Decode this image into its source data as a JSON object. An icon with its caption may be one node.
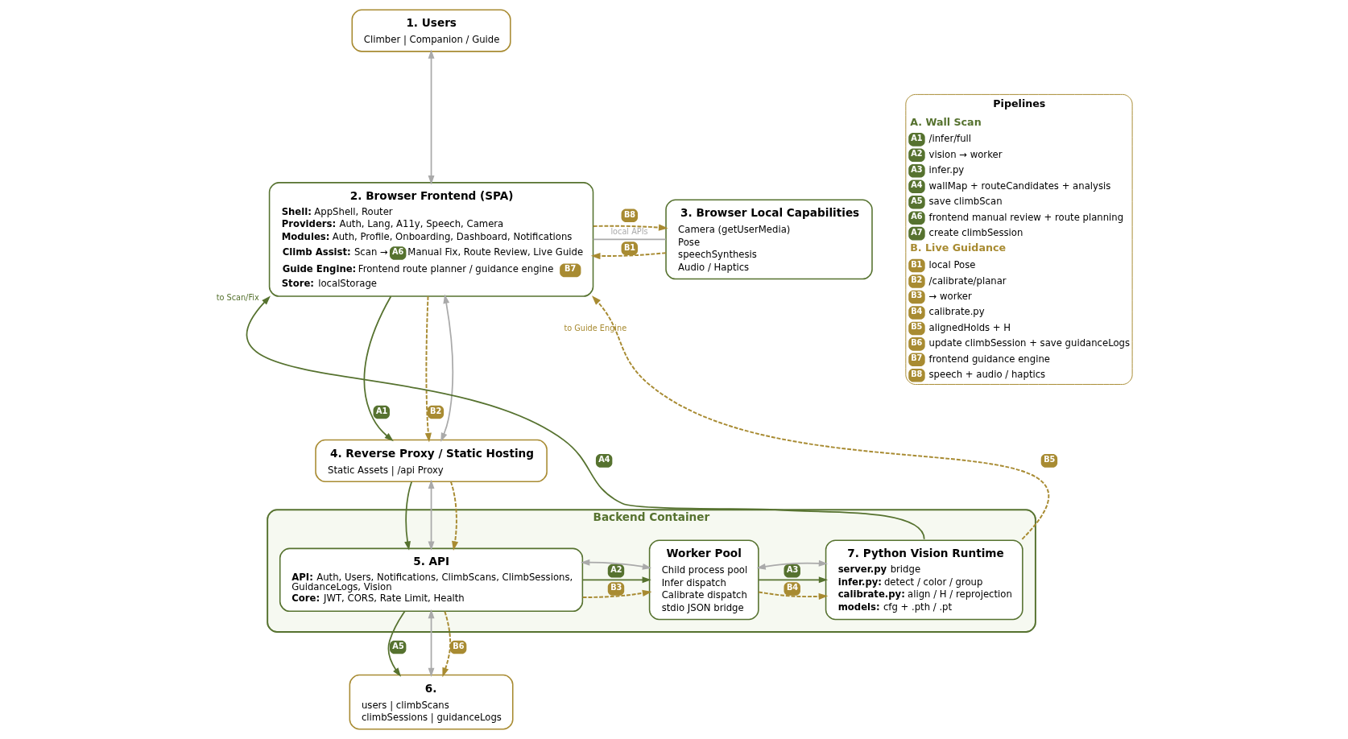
{
  "diagram": {
    "nodes": [
      {
        "text": [
          "1. Users",
          "Climber | Companion / Guide"
        ]
      },
      {
        "text": [
          "2. Browser Frontend (SPA)",
          "**Shell:** AppShell, Router",
          "**Providers:** Auth, Lang, A11y, Speech, Camera",
          "**Modules:** Auth, Profile, Onboarding, Dashboard, Notifications",
          "**Climb Assist:** Scan →",
          "A6",
          "Manual Fix, Route Review, Live Guide",
          "**Guide Engine:** Frontend route planner / guidance engine",
          "B7",
          "**Store:** localStorage"
        ]
      },
      {
        "text": [
          "3. Browser Local Capabilities",
          "Camera (getUserMedia)",
          "Pose",
          "speechSynthesis",
          "Audio / Haptics"
        ]
      },
      {
        "text": [
          "4. Reverse Proxy / Static Hosting",
          "Static Assets | /api Proxy"
        ]
      },
      {
        "text": [
          "Backend Container"
        ]
      },
      {
        "text": [
          "5. API",
          "**API:** Auth, Users, Notifications, ClimbScans, ClimbSessions, GuidanceLogs, Vision",
          "**Core:** JWT, CORS, Rate Limit, Health"
        ],
        "in": 4
      },
      {
        "text": [
          "Worker Pool",
          "Child process pool",
          "Infer dispatch",
          "Calibrate dispatch",
          "stdio JSON bridge"
        ],
        "in": 4
      },
      {
        "text": [
          "7. Python Vision Runtime",
          "**server.py** bridge",
          "**infer.py:** detect / color / group",
          "**calibrate.py:** align / H / reprojection",
          "**models:** cfg + .pth / .pt"
        ],
        "in": 4
      },
      {
        "text": [
          "6.",
          "users | climbScans",
          "climbSessions | guidanceLogs"
        ]
      }
    ],
    "edges": [
      {
        "from": 0,
        "to": 1,
        "arrow": "both",
        "color": "#aaaaaa"
      },
      {
        "from": 2,
        "to": 1,
        "arrow": "to",
        "label": "B1",
        "style": "dashed",
        "color": "#a88b32"
      },
      {
        "from": 1,
        "to": 2,
        "arrow": "none",
        "label": "local APIs",
        "color": "#aaaaaa"
      },
      {
        "from": 1,
        "to": 2,
        "arrow": "to",
        "label": "B8",
        "style": "dashed",
        "color": "#a88b32"
      },
      {
        "from": 1,
        "to": 3,
        "arrow": "to",
        "label": "A1",
        "color": "#56722f"
      },
      {
        "from": 1,
        "to": 3,
        "arrow": "to",
        "label": "B2",
        "style": "dashed",
        "color": "#a88b32"
      },
      {
        "from": 1,
        "to": 3,
        "arrow": "both",
        "color": "#aaaaaa"
      },
      {
        "from": 3,
        "to": 5,
        "arrow": "to",
        "color": "#56722f"
      },
      {
        "from": 3,
        "to": 5,
        "arrow": "both",
        "color": "#aaaaaa"
      },
      {
        "from": 3,
        "to": 5,
        "arrow": "to",
        "style": "dashed",
        "color": "#a88b32"
      },
      {
        "from": 5,
        "to": 6,
        "arrow": "to",
        "label": "A2",
        "color": "#56722f"
      },
      {
        "from": 5,
        "to": 6,
        "arrow": "both",
        "color": "#aaaaaa"
      },
      {
        "from": 5,
        "to": 6,
        "arrow": "to",
        "label": "B3",
        "style": "dashed",
        "color": "#a88b32"
      },
      {
        "from": 6,
        "to": 7,
        "arrow": "to",
        "label": "A3",
        "color": "#56722f"
      },
      {
        "from": 6,
        "to": 7,
        "arrow": "both",
        "color": "#aaaaaa"
      },
      {
        "from": 6,
        "to": 7,
        "arrow": "to",
        "label": "B4",
        "style": "dashed",
        "color": "#a88b32"
      },
      {
        "from": 7,
        "to": 1,
        "arrow": "to",
        "label": "A4",
        "color": "#56722f"
      },
      {
        "from": 7,
        "to": 1,
        "arrow": "to",
        "label": "B5",
        "style": "dashed",
        "color": "#a88b32"
      },
      {
        "from": 5,
        "to": 8,
        "arrow": "to",
        "label": "A5",
        "color": "#56722f"
      },
      {
        "from": 5,
        "to": 8,
        "arrow": "both",
        "color": "#aaaaaa"
      },
      {
        "from": 5,
        "to": 8,
        "arrow": "to",
        "label": "B6",
        "style": "dashed",
        "color": "#a88b32"
      }
    ],
    "labels": [
      "to Scan/Fix",
      "to Guide Engine",
      "Pipelines",
      "A. Wall Scan",
      "A1",
      "A2",
      "A3",
      "A4",
      "A5",
      "A6",
      "A7",
      "B. Live Guidance",
      "B1",
      "B2",
      "B3",
      "B4",
      "B5",
      "B6",
      "B7",
      "B8"
    ],
    "legend": [
      {
        "text": "/infer/full",
        "color": "#56722f"
      },
      {
        "text": "vision → worker",
        "color": "#56722f"
      },
      {
        "text": "infer.py",
        "color": "#56722f"
      },
      {
        "text": "wallMap + routeCandidates + analysis",
        "color": "#56722f"
      },
      {
        "text": "save climbScan",
        "color": "#56722f"
      },
      {
        "text": "frontend manual review + route planning",
        "color": "#56722f"
      },
      {
        "text": "create climbSession",
        "color": "#56722f"
      },
      {
        "text": "local Pose",
        "color": "#a88b32"
      },
      {
        "text": "/calibrate/planar",
        "color": "#a88b32"
      },
      {
        "text": "→ worker",
        "color": "#a88b32"
      },
      {
        "text": "calibrate.py",
        "color": "#a88b32"
      },
      {
        "text": "alignedHolds + H",
        "color": "#a88b32"
      },
      {
        "text": "update climbSession + save guidanceLogs",
        "color": "#a88b32"
      },
      {
        "text": "frontend guidance engine",
        "color": "#a88b32"
      },
      {
        "text": "speech + audio / haptics",
        "color": "#a88b32"
      }
    ]
  }
}
